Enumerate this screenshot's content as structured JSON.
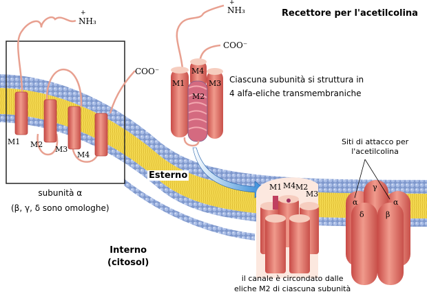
{
  "title": "Recettore per l'acetilcolina",
  "description": {
    "line1": "Ciascuna subunità si struttura in",
    "line2": "4  alfa-eliche  transmembraniche"
  },
  "labels": {
    "esterno": "Esterno",
    "interno_line1": "Interno",
    "interno_line2": "(citosol)",
    "subunit_line1": "subunità  α",
    "subunit_line2": "(β, γ, δ sono omologhe)",
    "canale_line1": "il canale è circondato dalle",
    "canale_line2": "eliche M2 di ciascuna subunità",
    "siti_line1": "Siti di attacco per",
    "siti_line2": "l'acetilcolina"
  },
  "termini": {
    "nh3_left": "NH₃",
    "nh3_plus": "+",
    "coo_left": "COO⁻",
    "nh3_center": "NH₃",
    "coo_center": "COO⁻"
  },
  "helices_left": [
    "M1",
    "M2",
    "M3",
    "M4"
  ],
  "helices_center": [
    "M1",
    "M4",
    "M3",
    "M2"
  ],
  "helices_pore": [
    "M1",
    "M4",
    "M2",
    "M3"
  ],
  "subunits_receptor": [
    "α",
    "γ",
    "α",
    "δ",
    "β"
  ],
  "colors": {
    "lipid_head": "#8fa8d8",
    "lipid_tail": "#f2d64a",
    "protein": "#e4706a",
    "protein_light": "#f3b5a5",
    "arrow": "#3a8ed8"
  }
}
